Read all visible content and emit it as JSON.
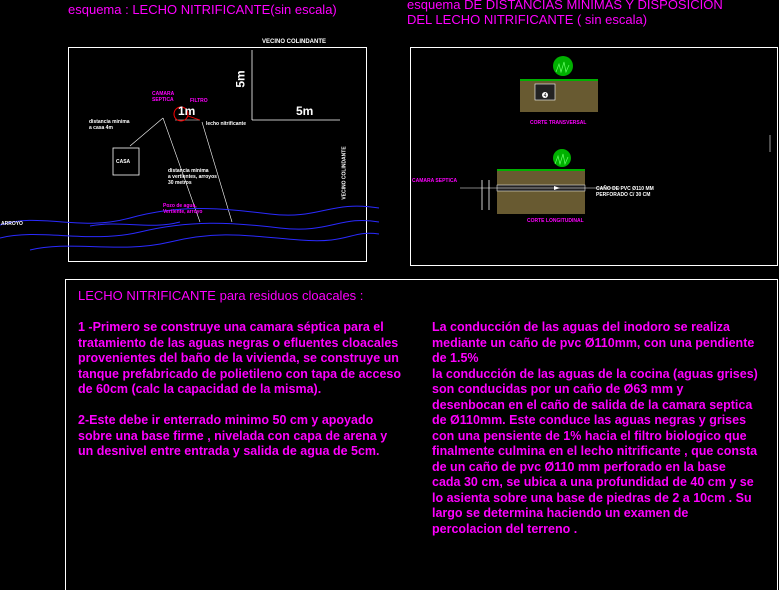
{
  "left_scheme": {
    "title_prefix": "esquema :",
    "title_main": "LECHO NITRIFICANTE(sin escala)",
    "labels": {
      "vecino_top": "VECINO COLINDANTE",
      "dim_5m_vertical": "5m",
      "dim_5m_horizontal": "5m",
      "dim_1m": "1m",
      "camara_septica": "CAMARA\nSEPTICA",
      "filtro": "FILTRO",
      "lecho": "lecho nitrificante",
      "distancia_casa": "distancia minima\na casa 4m",
      "casa": "CASA",
      "distancia_vertientes": "distancia minima\na vertientes, arroyos\n30 metros",
      "pozo": "Pozo de agua,\nVertiente, arroyo",
      "vecino_side": "VECINO COLINDANTE",
      "arroyo": "ARROYO"
    }
  },
  "right_scheme": {
    "title_prefix": "esquema",
    "title_line1": "DE DISTANCIAS MINIMAS Y DISPOSICION",
    "title_line2": "DEL LECHO NITRIFICANTE ( sin escala)",
    "labels": {
      "corte_transversal": "CORTE TRANSVERSAL",
      "camara_septica": "CAMARA SEPTICA",
      "cano_pvc": "CAÑO DE PVC Ø110 MM\nPERFORADO C/ 30 CM",
      "corte_longitudinal": "CORTE LONGITUDINAL"
    }
  },
  "description": {
    "heading": "LECHO NITRIFICANTE",
    "heading_suffix": "para residuos cloacales :",
    "col1": "1 -Primero se construye una camara séptica para el\ntratamiento de las aguas negras o efluentes cloacales\nprovenientes del baño de la vivienda, se construye un\ntanque prefabricado de polietileno con tapa de acceso\nde 60cm (calc la capacidad de la misma).\n\n2-Este debe ir enterrado minimo 50 cm y apoyado\nsobre una base firme , nivelada con capa de arena y\nun desnivel entre entrada y salida de agua de 5cm.",
    "col2": "La conducción de las aguas del inodoro se realiza\nmediante un caño de pvc Ø110mm, con una pendiente\nde 1.5%\nla conducción de las aguas de la cocina (aguas grises)\nson conducidas por un caño de Ø63 mm y\ndesenbocan en el caño de salida de la camara septica\nde Ø110mm. Este conduce las aguas negras y grises\ncon una pensiente de 1% hacia el filtro biologico que\nfinalmente culmina en el lecho nitrificante , que consta\nde un caño de pvc Ø110 mm perforado en la base\ncada 30 cm, se ubica a una profundidad de 40 cm y se\nlo asienta sobre una base de piedras de 2 a 10cm . Su\nlargo se determina haciendo un examen de\npercolacion del terreno ."
  },
  "colors": {
    "background": "#000000",
    "magenta": "#ff00ff",
    "white": "#ffffff",
    "earth": "#7a6a3a",
    "grass": "#00b000",
    "water": "#2a2aff",
    "red": "#ff0000"
  }
}
